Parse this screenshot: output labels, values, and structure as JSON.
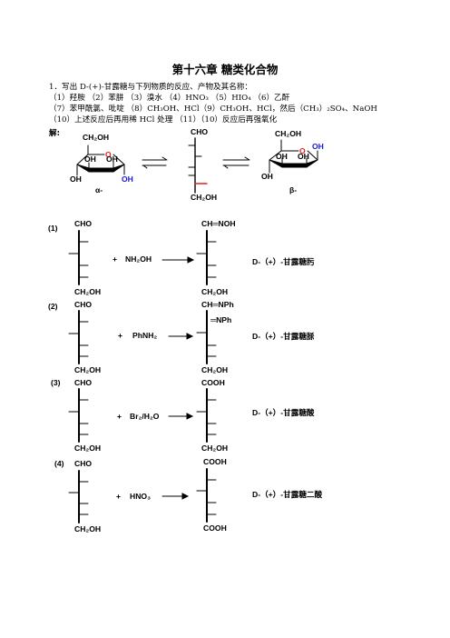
{
  "header": {
    "title": "第十六章 糖类化合物"
  },
  "question": {
    "line1": "1．写出 D-(+)-甘露糖与下列物质的反应、产物及其名称：",
    "line2": "（1）羟胺 （2）苯肼 （3）溴水 （4）HNO₃ （5）HIO₄ （6）乙酐",
    "line3": "（7）苯甲酰氯、吡啶 （8）CH₃OH、HCl（9）CH₃OH、HCl，然后（CH₃）₂SO₄、NaOH",
    "line4": "（10）上述反应后再用稀 HCl 处理         （11）（10）反应后再强氧化"
  },
  "answer_label": "解:",
  "structures": {
    "ring_alpha": {
      "ch2oh": "CH₂OH",
      "o": "O",
      "oh": "OH",
      "tag": "α-"
    },
    "chain": {
      "cho": "CHO",
      "ch2oh": "CH₂OH"
    },
    "ring_beta": {
      "ch2oh": "CH₂OH",
      "o": "O",
      "oh": "OH",
      "tag": "β-"
    }
  },
  "reactions": [
    {
      "num": "(1)",
      "start_top": "CHO",
      "start_bottom": "CH₂OH",
      "reagent": "NH₂OH",
      "prod_top": "CH═NOH",
      "prod_extra": "",
      "prod_bottom": "CH₂OH",
      "name": "D-（+）-甘露糖肟"
    },
    {
      "num": "(2)",
      "start_top": "CHO",
      "start_bottom": "CH₂OH",
      "reagent": "PhNH₂",
      "prod_top": "CH═NPh",
      "prod_extra": "═NPh",
      "prod_bottom": "CH₂OH",
      "name": "D-（+）-甘露糖脎"
    },
    {
      "num": "(3)",
      "start_top": "CHO",
      "start_bottom": "CH₂OH",
      "reagent": "Br₂/H₂O",
      "prod_top": "COOH",
      "prod_extra": "",
      "prod_bottom": "CH₂OH",
      "name": "D-（+）-甘露糖酸"
    },
    {
      "num": "(4)",
      "start_top": "CHO",
      "start_bottom": "CH₂OH",
      "reagent": "HNO₃",
      "prod_top": "COOH",
      "prod_extra": "",
      "prod_bottom": "COOH",
      "name": "D-（+）-甘露糖二酸"
    }
  ]
}
